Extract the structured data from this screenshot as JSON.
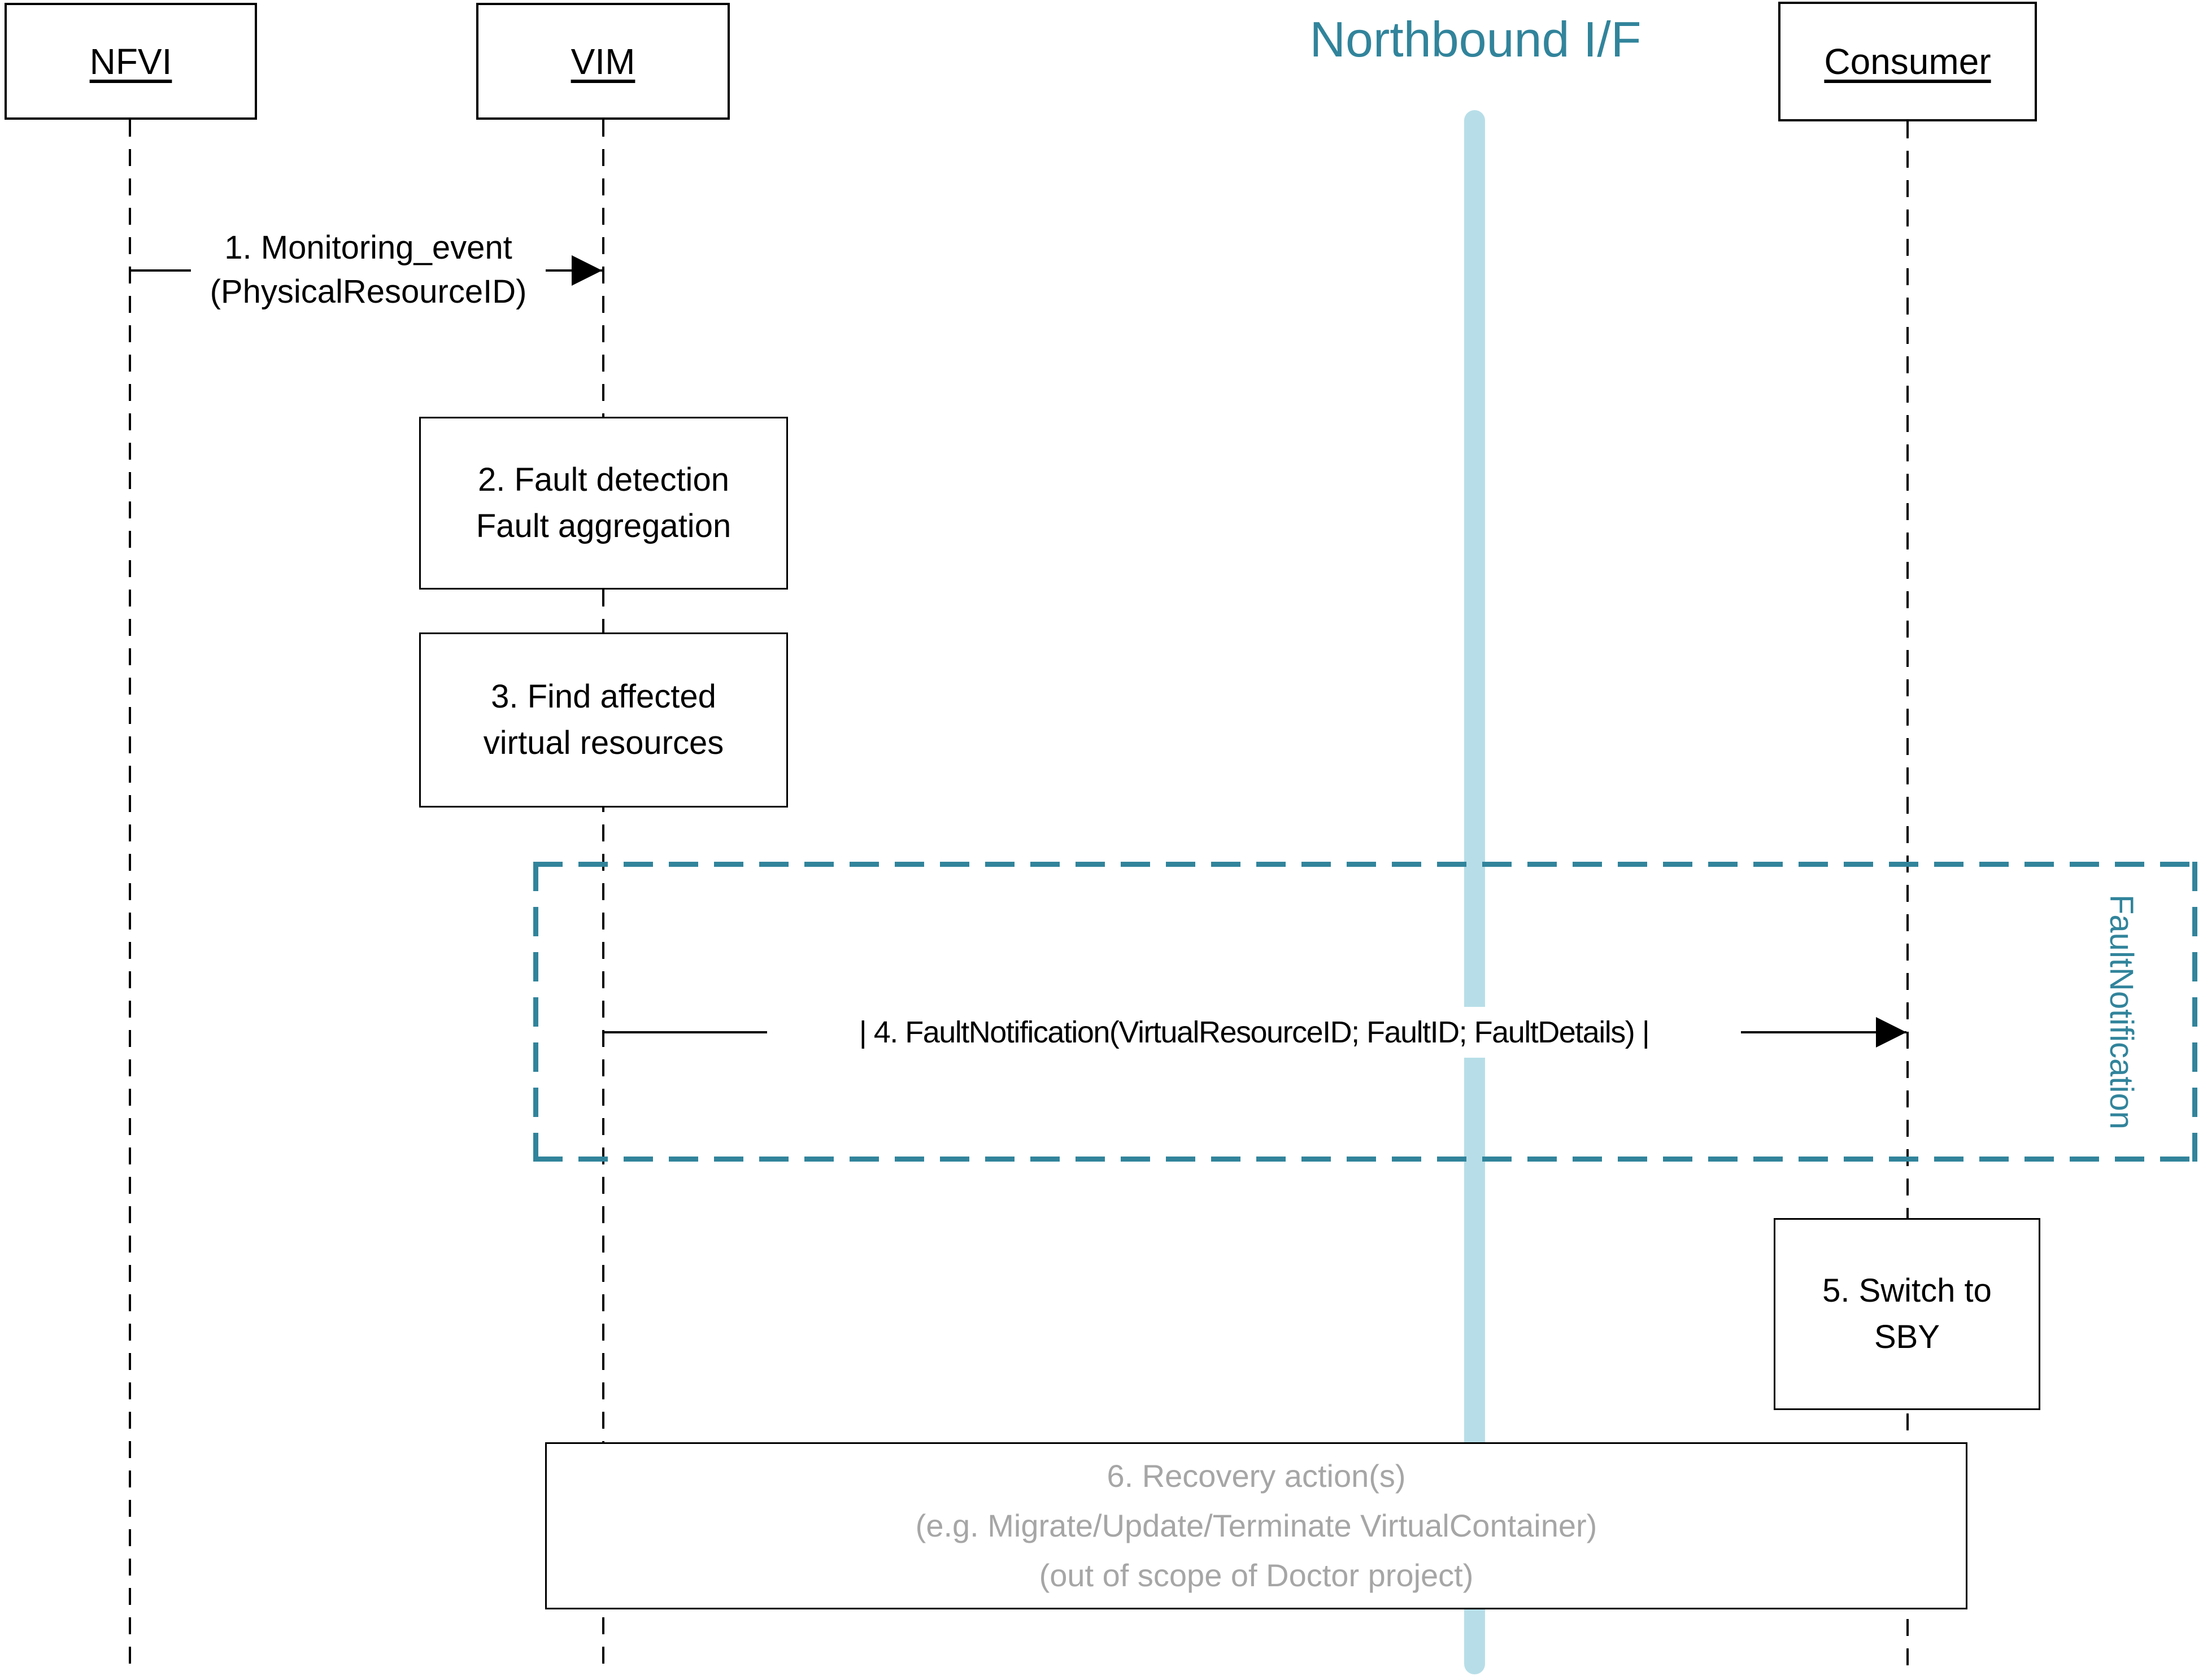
{
  "diagram": {
    "title": "Northbound I/F",
    "lifelines": [
      {
        "id": "nfvi",
        "label": "NFVI"
      },
      {
        "id": "vim",
        "label": "VIM"
      },
      {
        "id": "consumer",
        "label": "Consumer"
      }
    ],
    "messages": {
      "m1": {
        "line1": "1. Monitoring_event",
        "line2": "(PhysicalResourceID)"
      },
      "m4": {
        "text": "| 4. FaultNotification(VirtualResourceID; FaultID; FaultDetails) |"
      }
    },
    "steps": {
      "fault_detection": {
        "line1": "2. Fault detection",
        "line2": "Fault aggregation"
      },
      "find_affected": {
        "line1": "3. Find affected",
        "line2": "virtual resources"
      },
      "switch_to_sby": {
        "line1": "5. Switch to",
        "line2": "SBY"
      },
      "recovery": {
        "line1": "6. Recovery action(s)",
        "line2": "(e.g. Migrate/Update/Terminate VirtualContainer)",
        "line3": "(out of scope of Doctor project)"
      }
    },
    "frame": {
      "line1": "Fault",
      "line2": "Notification"
    },
    "colors": {
      "teal": "#31849B",
      "light_blue": "#B7DEE8",
      "gray_text": "#A6A6A6",
      "black": "#000000"
    }
  }
}
